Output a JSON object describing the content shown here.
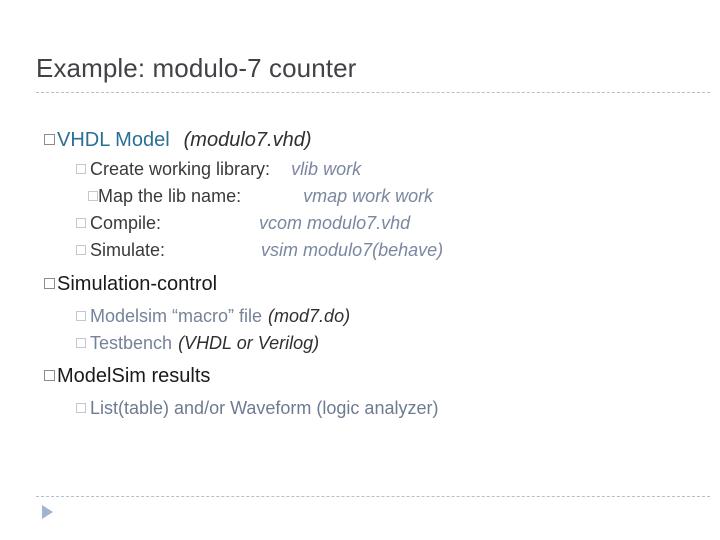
{
  "slide": {
    "title": "Example: modulo-7 counter",
    "bullets": [
      {
        "level": 1,
        "name": "bullet-vhdl-model",
        "label": "VHDL Model",
        "label_color": "#2a7095",
        "note": "(modulo7.vhd)",
        "command": ""
      },
      {
        "level": 2,
        "name": "bullet-create-working-library",
        "label": "Create working library:",
        "label_color": "#3a3a3a",
        "note": "",
        "command": "vlib work"
      },
      {
        "level": 2,
        "name": "bullet-map-lib-name",
        "label": "Map the lib name:",
        "label_color": "#3a3a3a",
        "note": "",
        "command": "vmap work work"
      },
      {
        "level": 2,
        "name": "bullet-compile",
        "label": "Compile:",
        "label_color": "#3a3a3a",
        "note": "",
        "command": "vcom modulo7.vhd"
      },
      {
        "level": 2,
        "name": "bullet-simulate",
        "label": "Simulate:",
        "label_color": "#3a3a3a",
        "note": "",
        "command": "vsim modulo7(behave)"
      },
      {
        "level": 1,
        "name": "bullet-simulation-control",
        "label": "Simulation-control",
        "label_color": "#1a1a1a",
        "note": "",
        "command": ""
      },
      {
        "level": 2,
        "name": "bullet-modelsim-macro-file",
        "label": "Modelsim “macro” file",
        "label_color": "#75839a",
        "note": "(mod7.do)",
        "command": ""
      },
      {
        "level": 2,
        "name": "bullet-testbench",
        "label": "Testbench",
        "label_color": "#75839a",
        "note": "(VHDL or Verilog)",
        "command": ""
      },
      {
        "level": 1,
        "name": "bullet-modelsim-results",
        "label": "ModelSim results",
        "label_color": "#1a1a1a",
        "note": "",
        "command": ""
      },
      {
        "level": 2,
        "name": "bullet-list-waveform",
        "label": "List(table) and/or Waveform (logic analyzer)",
        "label_color": "#6d7b92",
        "note": "",
        "command": ""
      }
    ],
    "footer": {
      "play_icon": "play-triangle-icon"
    },
    "colors": {
      "title": "#404245",
      "accent_blue": "#2a7095",
      "slate": "#6d7b92",
      "command_italic": "#7b87a0",
      "rule": "#b9bfc6",
      "bullet_square_dark": "#8d8d8d",
      "bullet_square_light": "#c2c8d2",
      "play_triangle": "#9fb6cd",
      "background": "#ffffff"
    }
  }
}
